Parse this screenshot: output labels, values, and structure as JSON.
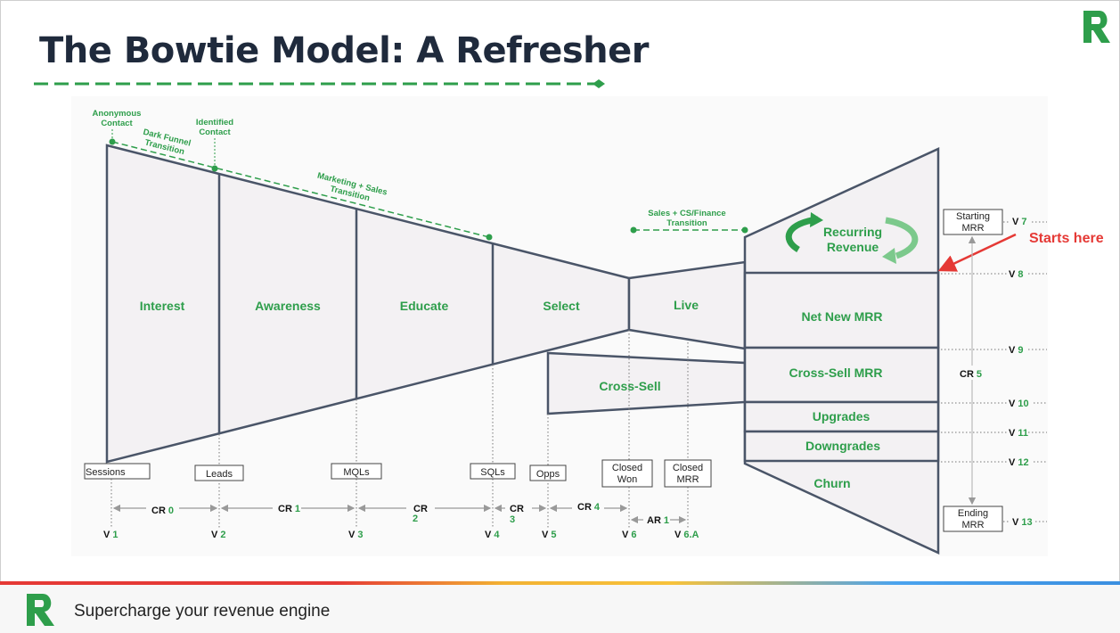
{
  "title": "The Bowtie Model: A Refresher",
  "tagline": "Supercharge your revenue engine",
  "colors": {
    "green": "#2e9e4b",
    "navy": "#1f2a3c",
    "red": "#e53935",
    "shape_fill": "#f3f1f3",
    "stroke": "#4a5568"
  },
  "stages": {
    "interest": "Interest",
    "awareness": "Awareness",
    "educate": "Educate",
    "select": "Select",
    "live": "Live",
    "cross_sell": "Cross-Sell"
  },
  "right": {
    "recurring_1": "Recurring",
    "recurring_2": "Revenue",
    "net_new": "Net New MRR",
    "cross_sell_mrr": "Cross-Sell MRR",
    "upgrades": "Upgrades",
    "downgrades": "Downgrades",
    "churn": "Churn"
  },
  "annotations": {
    "anon_1": "Anonymous",
    "anon_2": "Contact",
    "ident_1": "Identified",
    "ident_2": "Contact",
    "dark_1": "Dark Funnel",
    "dark_2": "Transition",
    "mkt_1": "Marketing + Sales",
    "mkt_2": "Transition",
    "cs_1": "Sales + CS/Finance",
    "cs_2": "Transition",
    "starts_here": "Starts here"
  },
  "boxes": {
    "sessions": "Sessions",
    "leads": "Leads",
    "mqls": "MQLs",
    "sqls": "SQLs",
    "opps": "Opps",
    "closed_won_1": "Closed",
    "closed_won_2": "Won",
    "closed_mrr_1": "Closed",
    "closed_mrr_2": "MRR",
    "starting_1": "Starting",
    "starting_2": "MRR",
    "ending_1": "Ending",
    "ending_2": "MRR"
  },
  "cr": {
    "cr0_k": "CR",
    "cr0_n": "0",
    "cr1_k": "CR",
    "cr1_n": "1",
    "cr2_k": "CR",
    "cr2_n": "2",
    "cr3_k": "CR",
    "cr3_n": "3",
    "cr4_k": "CR",
    "cr4_n": "4",
    "ar1_k": "AR",
    "ar1_n": "1",
    "cr5_k": "CR",
    "cr5_n": "5"
  },
  "v": {
    "k": "V",
    "v1": "1",
    "v2": "2",
    "v3": "3",
    "v4": "4",
    "v5": "5",
    "v6": "6",
    "v6a": "6.A",
    "v7": "7",
    "v8": "8",
    "v9": "9",
    "v10": "10",
    "v11": "11",
    "v12": "12",
    "v13": "13"
  }
}
